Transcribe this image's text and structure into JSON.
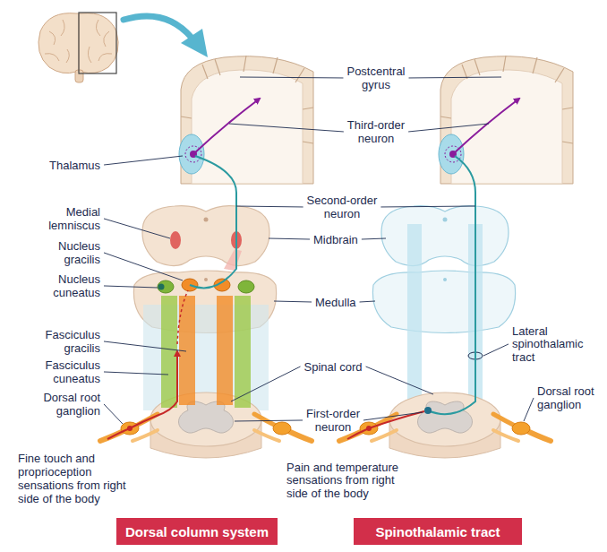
{
  "diagram": {
    "nodes": [
      {
        "text": [
          "Dorsal column system"
        ]
      },
      {
        "text": [
          "Spinothalamic tract"
        ]
      }
    ],
    "labels": [
      "Postcentral gyrus",
      "Third-order neuron",
      "Thalamus",
      "Second-order neuron",
      "Medial lemniscus",
      "Midbrain",
      "Nucleus gracilis",
      "Nucleus cuneatus",
      "Medulla",
      "Fasciculus gracilis",
      "Lateral spinothalamic tract",
      "Fasciculus cuneatus",
      "Spinal cord",
      "Dorsal root ganglion",
      "Dorsal root ganglion",
      "First-order neuron",
      "Fine touch and proprioception sensations from right side of the body",
      "Pain and temperature sensations from right side of the body"
    ]
  }
}
